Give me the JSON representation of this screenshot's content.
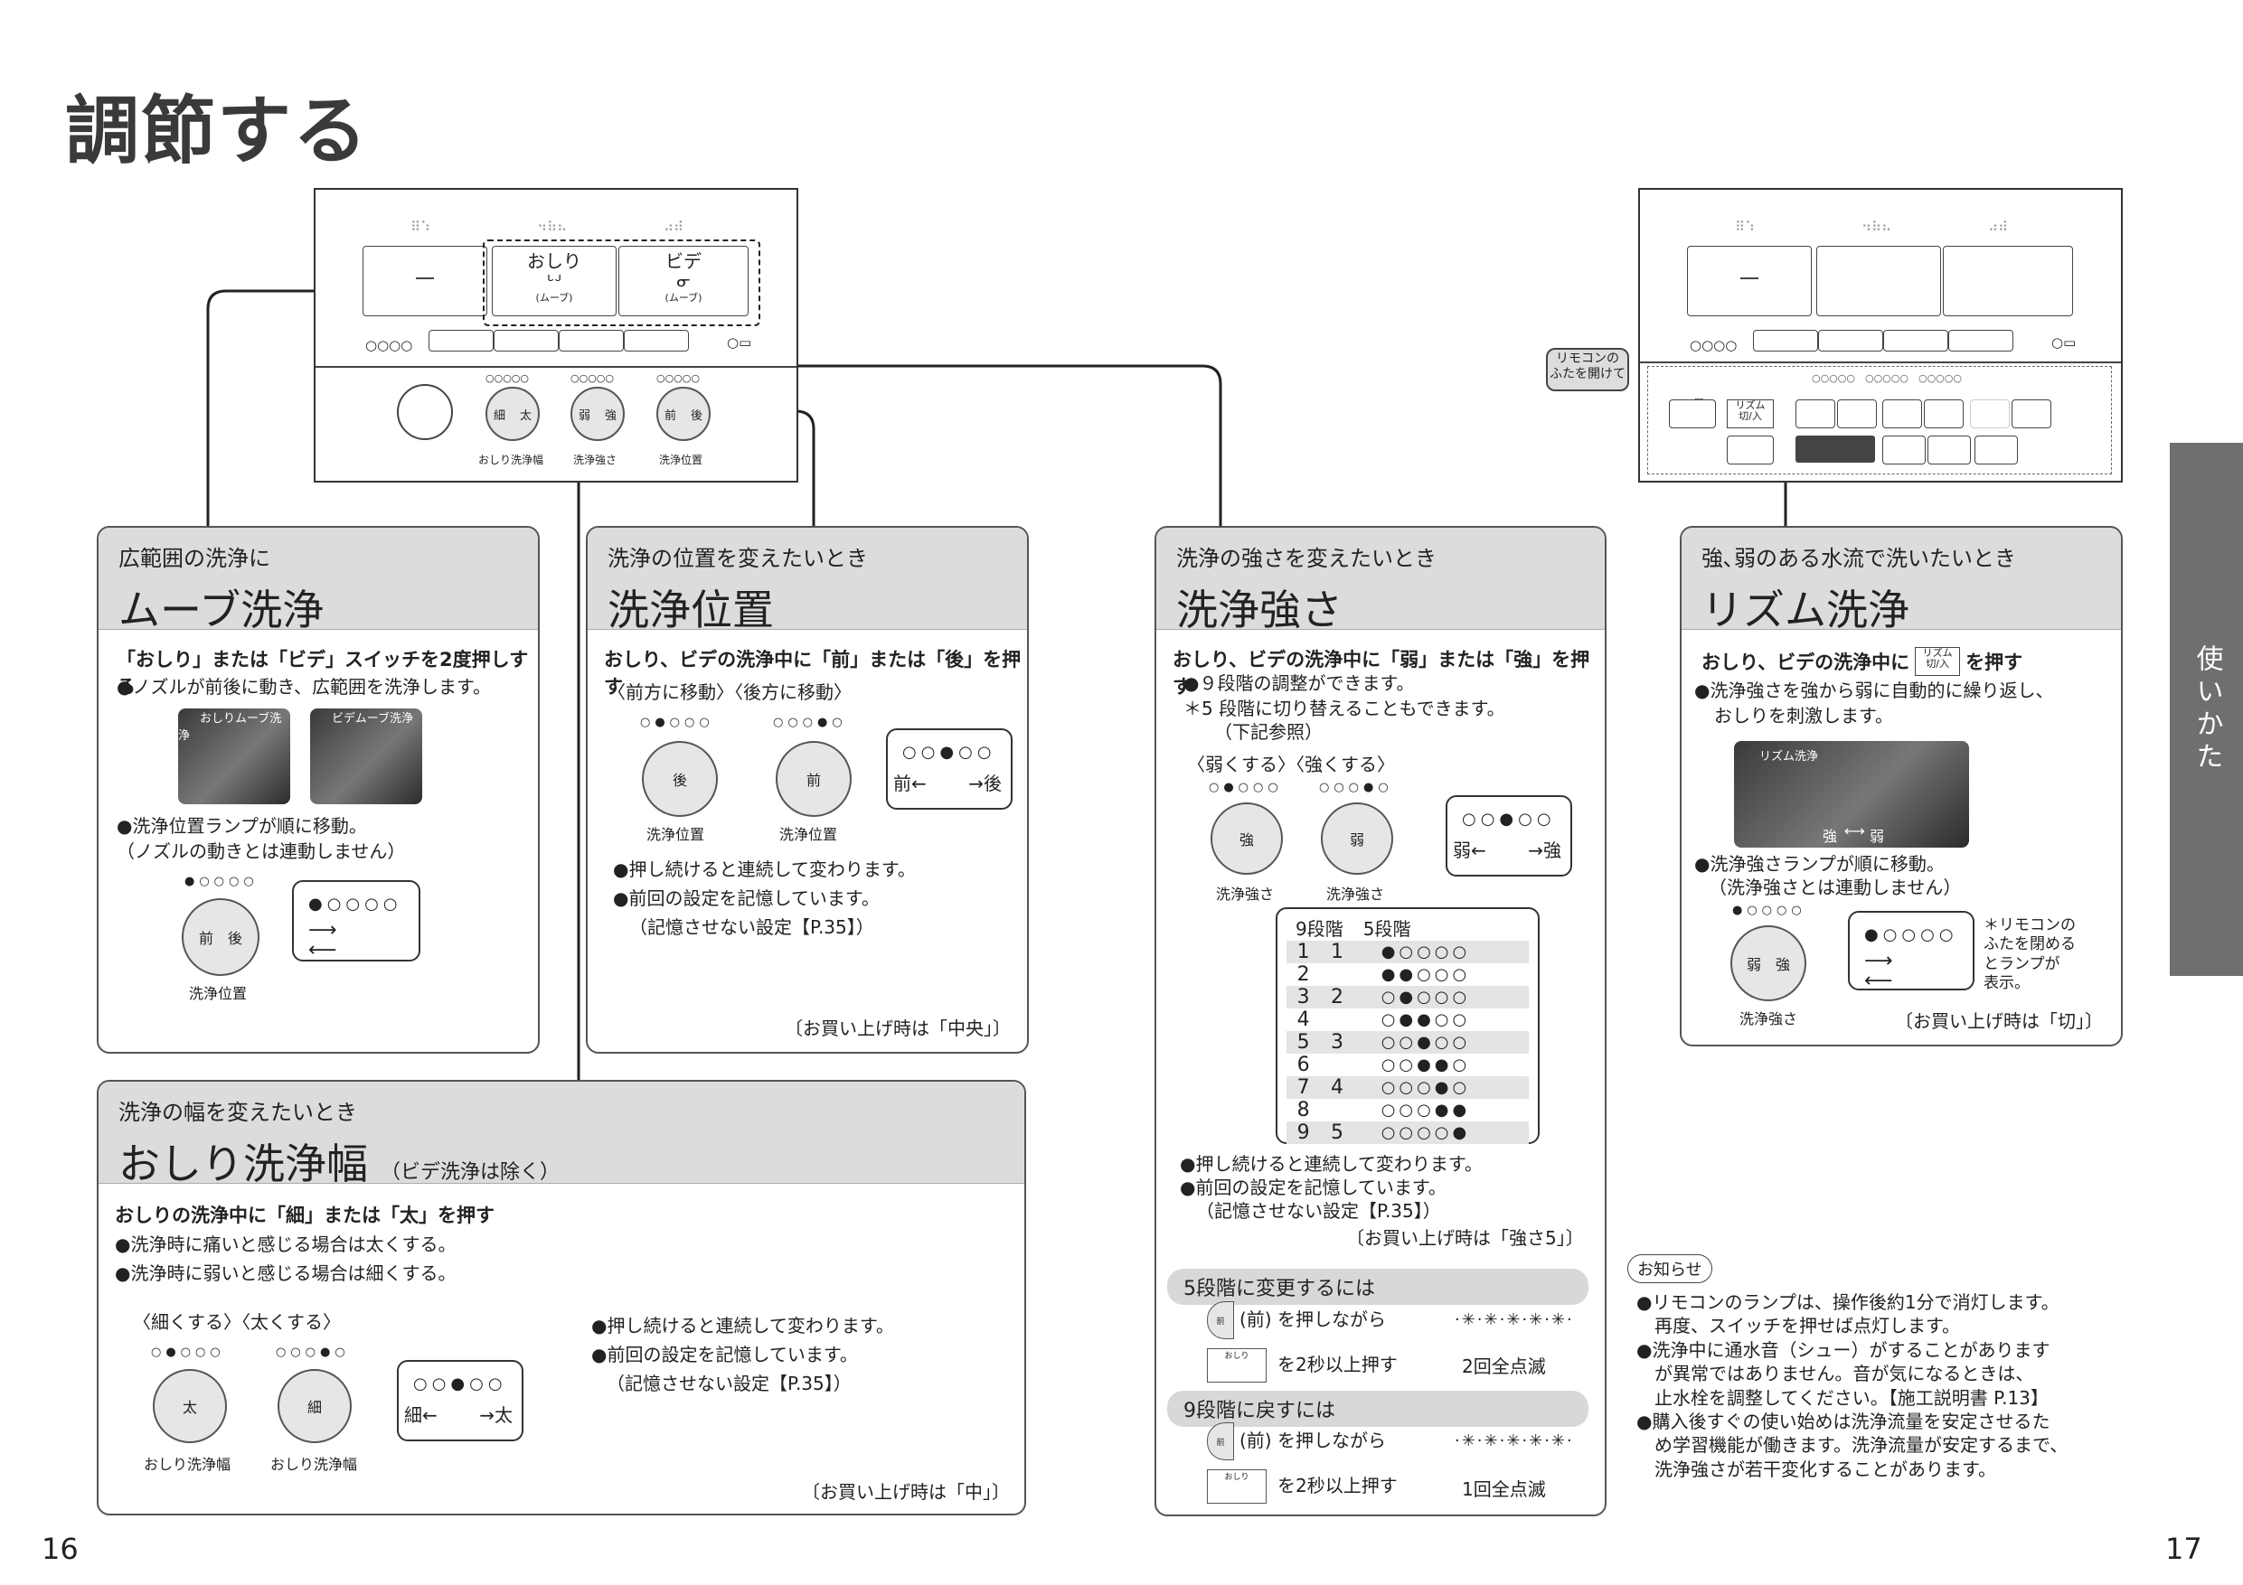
{
  "page": {
    "title": "調節する",
    "page_left": "16",
    "page_right": "17",
    "side_tab": "使いかた"
  },
  "remote_left": {
    "btn_oshiri": "おしり",
    "btn_bide": "ビデ",
    "move_label": "(ムーブ)",
    "circle_width_a": "細",
    "circle_width_b": "太",
    "circle_strength_a": "弱",
    "circle_strength_b": "強",
    "circle_pos_a": "前",
    "circle_pos_b": "後",
    "label_width": "おしり洗浄幅",
    "label_strength": "洗浄強さ",
    "label_position": "洗浄位置"
  },
  "remote_right": {
    "lid_note": "リモコンの\nふたを開けて",
    "rhythm_btn": "リズム\n切/入"
  },
  "move": {
    "sub": "広範囲の洗浄に",
    "title": "ムーブ洗浄",
    "instr": "「おしり」または「ビデ」スイッチを2度押しする",
    "b1": "●ノズルが前後に動き、広範囲を洗浄します。",
    "photo1": "おしりムーブ洗浄",
    "photo2": "ビデムーブ洗浄",
    "b2": "●洗浄位置ランプが順に移動。",
    "b3": "（ノズルの動きとは連動しません）",
    "lamp": "●○○○○",
    "btn_a": "前",
    "btn_b": "後",
    "btn_label": "洗浄位置"
  },
  "position": {
    "sub": "洗浄の位置を変えたいとき",
    "title": "洗浄位置",
    "instr": "おしり、ビデの洗浄中に「前」または「後」を押す",
    "modes": "〈前方に移動〉〈後方に移動〉",
    "lamp1": "○●○○○",
    "lamp2": "○○○●○",
    "key1": "後",
    "key2": "前",
    "key_label": "洗浄位置",
    "bubble_lamp": "○○●○○",
    "bubble_a": "前←",
    "bubble_b": "→後",
    "b1": "●押し続けると連続して変わります。",
    "b2": "●前回の設定を記憶しています。",
    "b3": "（記憶させない設定【P.35】）",
    "default": "〔お買い上げ時は「中央」〕"
  },
  "width": {
    "sub": "洗浄の幅を変えたいとき",
    "title": "おしり洗浄幅",
    "note": "（ビデ洗浄は除く）",
    "instr": "おしりの洗浄中に「細」または「太」を押す",
    "b1": "●洗浄時に痛いと感じる場合は太くする。",
    "b2": "●洗浄時に弱いと感じる場合は細くする。",
    "modes": "〈細くする〉〈太くする〉",
    "lamp1": "○●○○○",
    "lamp2": "○○○●○",
    "key1": "太",
    "key2": "細",
    "key_label": "おしり洗浄幅",
    "bubble_lamp": "○○●○○",
    "bubble_a": "細←",
    "bubble_b": "→太",
    "b3": "●押し続けると連続して変わります。",
    "b4": "●前回の設定を記憶しています。",
    "b5": "（記憶させない設定【P.35】）",
    "default": "〔お買い上げ時は「中」〕"
  },
  "strength": {
    "sub": "洗浄の強さを変えたいとき",
    "title": "洗浄強さ",
    "instr": "おしり、ビデの洗浄中に「弱」または「強」を押す",
    "b1": "●９段階の調整ができます。",
    "b2": "＊5 段階に切り替えることもできます。",
    "b3": "（下記参照）",
    "modes": "〈弱くする〉〈強くする〉",
    "lamp1": "○●○○○",
    "lamp2": "○○○●○",
    "key1": "強",
    "key2": "弱",
    "key_label": "洗浄強さ",
    "bubble_lamp": "○○●○○",
    "bubble_a": "弱←",
    "bubble_b": "→強",
    "table_head9": "9段階",
    "table_head5": "5段階",
    "levels": [
      {
        "n9": "1",
        "n5": "1",
        "lamp": "●○○○○"
      },
      {
        "n9": "2",
        "n5": "",
        "lamp": "●●○○○"
      },
      {
        "n9": "3",
        "n5": "2",
        "lamp": "○●○○○"
      },
      {
        "n9": "4",
        "n5": "",
        "lamp": "○●●○○"
      },
      {
        "n9": "5",
        "n5": "3",
        "lamp": "○○●○○"
      },
      {
        "n9": "6",
        "n5": "",
        "lamp": "○○●●○"
      },
      {
        "n9": "7",
        "n5": "4",
        "lamp": "○○○●○"
      },
      {
        "n9": "8",
        "n5": "",
        "lamp": "○○○●●"
      },
      {
        "n9": "9",
        "n5": "5",
        "lamp": "○○○○●"
      }
    ],
    "b4": "●押し続けると連続して変わります。",
    "b5": "●前回の設定を記憶しています。",
    "b6": "（記憶させない設定【P.35】）",
    "default": "〔お買い上げ時は「強さ5」〕",
    "to5_title": "5段階に変更するには",
    "to5_step1": "(前) を押しながら",
    "to5_step2": "を2秒以上押す",
    "to5_result": "2回全点滅",
    "to9_title": "9段階に戻すには",
    "to9_step1": "(前) を押しながら",
    "to9_step2": "を2秒以上押す",
    "to9_result": "1回全点滅",
    "mini_btn": "前",
    "mini_oshiri": "おしり"
  },
  "rhythm": {
    "sub": "強､弱のある水流で洗いたいとき",
    "title": "リズム洗浄",
    "instr_a": "おしり、ビデの洗浄中に",
    "instr_btn": "リズム\n切/入",
    "instr_b": "を押す",
    "b1": "●洗浄強さを強から弱に自動的に繰り返し、",
    "b2": "おしりを刺激します。",
    "photo": "リズム洗浄",
    "photo_a": "強",
    "photo_b": "弱",
    "b3": "●洗浄強さランプが順に移動。",
    "b4": "（洗浄強さとは連動しません）",
    "lamp": "●○○○○",
    "btn_a": "弱",
    "btn_b": "強",
    "btn_label": "洗浄強さ",
    "side_note": "＊リモコンの\nふたを閉める\nとランプが\n表示。",
    "default": "〔お買い上げ時は「切」〕"
  },
  "notice": {
    "tag": "お知らせ",
    "n1": "●リモコンのランプは、操作後約1分で消灯します。",
    "n1b": "再度、スイッチを押せば点灯します。",
    "n2": "●洗浄中に通水音（シュー）がすることがあります",
    "n2b": "が異常ではありません。音が気になるときは、",
    "n2c": "止水栓を調整してください。【施工説明書 P.13】",
    "n3": "●購入後すぐの使い始めは洗浄流量を安定させるた",
    "n3b": "め学習機能が働きます。洗浄流量が安定するまで、",
    "n3c": "洗浄強さが若干変化することがあります。"
  }
}
